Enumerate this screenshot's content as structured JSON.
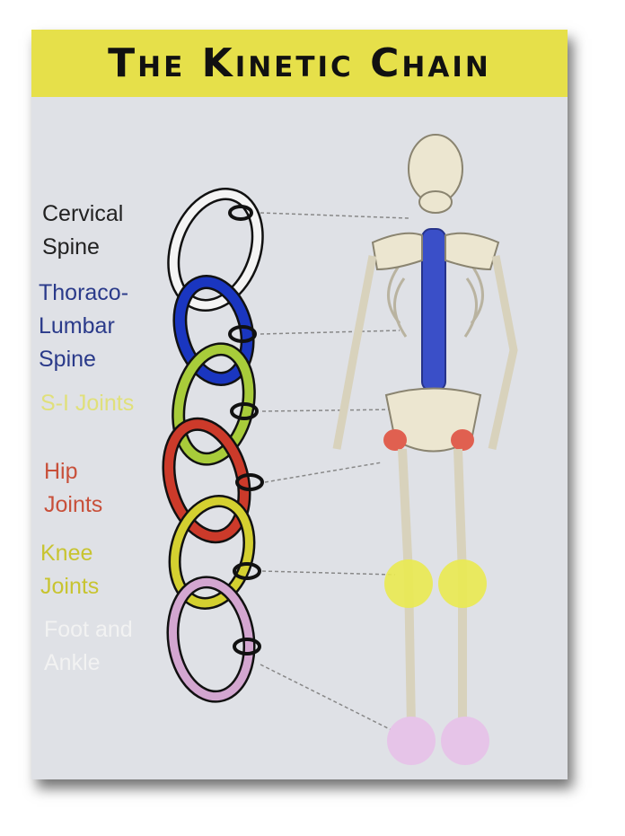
{
  "title": "The Kinetic Chain",
  "labels": [
    {
      "line1": "Cervical",
      "line2": "Spine",
      "color": "#222222"
    },
    {
      "line1": "Thoraco-",
      "line2": "Lumbar",
      "line3": "Spine",
      "color": "#2a3a8a"
    },
    {
      "line1": "S-I Joints",
      "color": "#e0e07a"
    },
    {
      "line1": "Hip",
      "line2": "Joints",
      "color": "#c8503a"
    },
    {
      "line1": "Knee",
      "line2": "Joints",
      "color": "#c8c430"
    },
    {
      "line1": "Foot and",
      "line2": "Ankle",
      "color": "#f2f2f2"
    }
  ]
}
